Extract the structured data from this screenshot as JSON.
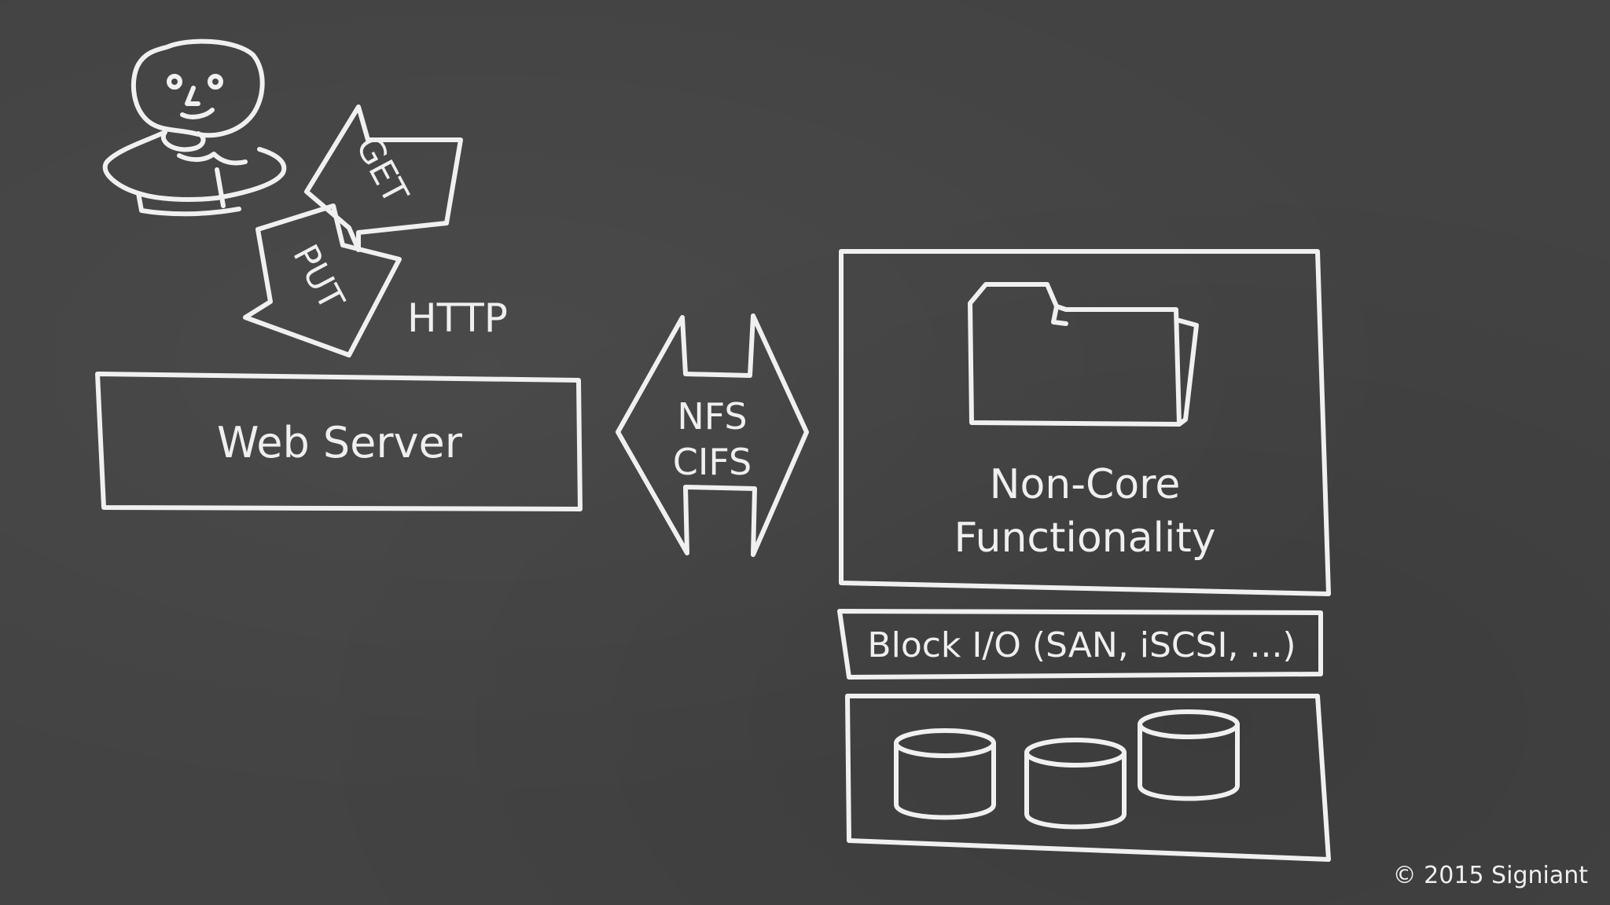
{
  "diagram": {
    "http_label": "HTTP",
    "get_label": "GET",
    "put_label": "PUT",
    "web_server_label": "Web Server",
    "protocol_labels": [
      "NFS",
      "CIFS"
    ],
    "noncore_label_line1": "Non-Core",
    "noncore_label_line2": "Functionality",
    "block_io_label": "Block I/O (SAN, iSCSI, ...)",
    "copyright": "© 2015 Signiant"
  },
  "colors": {
    "background": "#434343",
    "chalk": "#f0f0f0"
  },
  "icons": [
    "person-icon",
    "folder-icon",
    "disk-icon"
  ]
}
